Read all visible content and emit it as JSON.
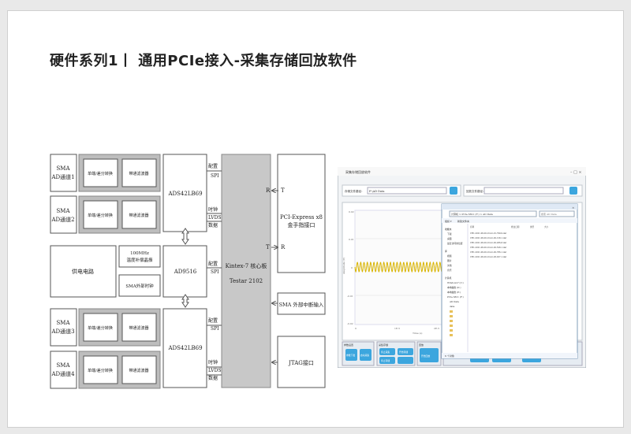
{
  "title": "硬件系列1丨 通用PCIe接入-采集存储回放软件",
  "diagram": {
    "sma_ch1": [
      "SMA",
      "AD通道1"
    ],
    "sma_ch2": [
      "SMA",
      "AD通道2"
    ],
    "sma_ch3": [
      "SMA",
      "AD通道3"
    ],
    "sma_ch4": [
      "SMA",
      "AD通道4"
    ],
    "balun": "单端/差分转换",
    "filter": "带通滤波器",
    "adc": "ADS42LB69",
    "clock_chip": "AD9516",
    "power": "供电电路",
    "osc": [
      "100MHz",
      "温度补偿晶振"
    ],
    "ext_clk": "SMA外部时钟",
    "fpga": [
      "Kintex-7 核心板",
      "Testar 2102"
    ],
    "pcie": [
      "PCI-Express x8",
      "金手指接口"
    ],
    "sma_trigger": "SMA 外部中断输入",
    "jtag": "JTAG接口",
    "config": "配置",
    "spi": "SPI",
    "clock": "时钟",
    "lvds": "LVDS",
    "data": "数据",
    "pin_r": "R",
    "pin_t": "T"
  },
  "screenshot": {
    "window_title": "采集存储回放软件",
    "save_path_label": "存储文件路径：",
    "save_path_value": "F:\\AD Data",
    "playback_label": "回放文件路径：",
    "y_axis": "Amplitude (V)",
    "x_axis": "Time (s)",
    "y_ticks": [
      "0.02",
      "0.01",
      "0",
      "-0.01",
      "-0.02"
    ],
    "x_ticks": [
      "0",
      "1E-5",
      "2E-5",
      "3E-5"
    ],
    "explorer_path": "计算机 > PCIe-5821 (F:) > AD Data",
    "explorer_search": "搜索 AD Data",
    "explorer_menu": [
      "组织 ▾",
      "新建文件夹"
    ],
    "explorer_cols": [
      "名称",
      "修改日期",
      "类型",
      "大小"
    ],
    "explorer_tree": [
      "收藏夹",
      "下载",
      "桌面",
      "最近访问的位置",
      "库",
      "视频",
      "图片",
      "文档",
      "音乐",
      "计算机",
      "Windows7 (C:)",
      "本地磁盘 (D:)",
      "本地磁盘 (E:)",
      "PCIe-5821 (F:)",
      "AD Data",
      "data"
    ],
    "explorer_files": [
      "CH1-2021-09-26-10-41-01-799-9.dat",
      "CH1-2021-09-26-10-41-02-128-1.dat",
      "CH1-2021-09-26-10-41-02-286-8.dat",
      "CH1-2021-09-26-10-41-02-528-1.dat",
      "CH1-2021-09-26-10-41-02-786-1.dat",
      "CH1-2021-09-26-10-41-03-027-1.dat"
    ],
    "explorer_status": "6 个对象",
    "panels": [
      "参数设置",
      "采集存储",
      "回放"
    ],
    "buttons": [
      "参数下发",
      "启动采集",
      "停止采集",
      "开始存储",
      "停止存储",
      "开始回放"
    ],
    "colors": {
      "wave": "#d8b400",
      "button": "#3ca6de",
      "fpga": "#c8c8c8",
      "module": "#bdbdbd"
    }
  }
}
